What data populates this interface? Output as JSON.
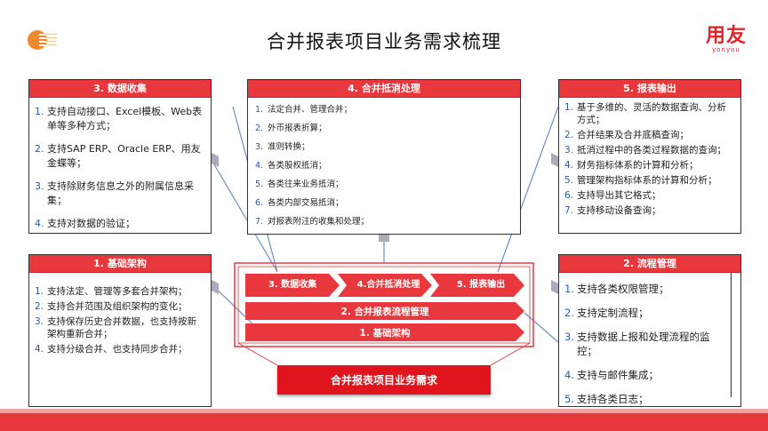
{
  "title": "合并报表项目业务需求梳理",
  "brand": {
    "main": "用友",
    "sub": "yonyou"
  },
  "colors": {
    "accent": "#e8383d",
    "number": "#2d5aa8",
    "base": "#e0141c"
  },
  "box_data_collection": {
    "header": "3. 数据收集",
    "items": [
      {
        "num": "1.",
        "text": "支持自动接口、Excel模板、Web表单等多种方式；"
      },
      {
        "num": "2.",
        "text": "支持SAP ERP、Oracle ERP、用友金蝶等；"
      },
      {
        "num": "3.",
        "text": "支持除财务信息之外的附属信息采集；"
      },
      {
        "num": "4.",
        "text": "支持对数据的验证；"
      }
    ]
  },
  "box_elimination": {
    "header": "4. 合并抵消处理",
    "items": [
      {
        "num": "1.",
        "text": "法定合并、管理合并；"
      },
      {
        "num": "2.",
        "text": "外币报表折算；"
      },
      {
        "num": "3.",
        "text": "准则转换；"
      },
      {
        "num": "4.",
        "text": "各类股权抵消；"
      },
      {
        "num": "5.",
        "text": "各类往来业务抵消；"
      },
      {
        "num": "6.",
        "text": "各类内部交易抵消；"
      },
      {
        "num": "7.",
        "text": "对报表附注的收集和处理；"
      }
    ]
  },
  "box_report_output": {
    "header": "5. 报表输出",
    "items": [
      {
        "num": "1.",
        "text": "基于多维的、灵活的数据查询、分析方式；"
      },
      {
        "num": "2.",
        "text": "合并结果及合并底稿查询；"
      },
      {
        "num": "3.",
        "text": "抵消过程中的各类过程数据的查询；"
      },
      {
        "num": "4.",
        "text": "财务指标体系的计算和分析；"
      },
      {
        "num": "5.",
        "text": "管理架构指标体系的计算和分析；"
      },
      {
        "num": "6.",
        "text": "支持导出其它格式；"
      },
      {
        "num": "7.",
        "text": "支持移动设备查询；"
      }
    ]
  },
  "box_infrastructure": {
    "header": "1. 基础架构",
    "items": [
      {
        "num": "1.",
        "text": "支持法定、管理等多套合并架构；"
      },
      {
        "num": "2.",
        "text": "支持合并范围及组织架构的变化；"
      },
      {
        "num": "3.",
        "text": "支持保存历史合并数据，也支持按新架构重新合并；"
      },
      {
        "num": "4.",
        "text": "支持分级合并、也支持同步合并；"
      }
    ]
  },
  "box_process": {
    "header": "2. 流程管理",
    "items": [
      {
        "num": "1.",
        "text": "支持各类权限管理；"
      },
      {
        "num": "2.",
        "text": "支持定制流程；"
      },
      {
        "num": "3.",
        "text": "支持数据上报和处理流程的监控；"
      },
      {
        "num": "4.",
        "text": "支持与邮件集成；"
      },
      {
        "num": "5.",
        "text": "支持各类日志；"
      }
    ]
  },
  "center": {
    "arrow1": "3. 数据收集",
    "arrow2": "4.合并抵消处理",
    "arrow3": "5. 报表输出",
    "bar_process": "2. 合并报表流程管理",
    "bar_infra": "1. 基础架构",
    "base": "合并报表项目业务需求"
  }
}
